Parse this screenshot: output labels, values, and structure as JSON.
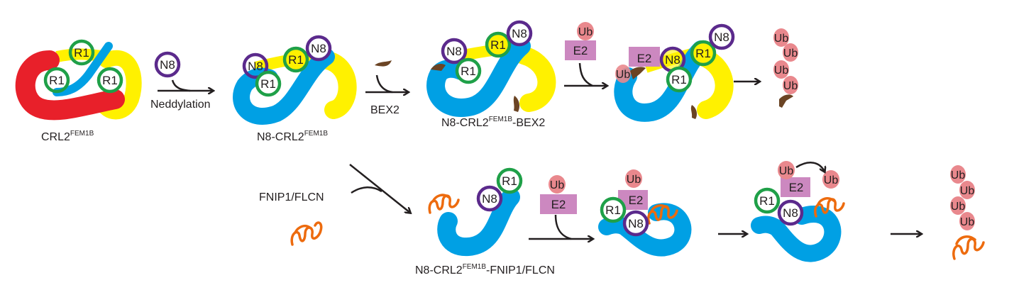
{
  "colors": {
    "red": "#e8202a",
    "blue": "#00a0e4",
    "yellow": "#fff100",
    "green": "#1fa048",
    "purple": "#5b2a8c",
    "ub": "#e9888d",
    "e2": "#cc88c0",
    "bex2": "#6b4424",
    "substrate": "#ed6b0e",
    "arrow": "#231f20"
  },
  "labels": {
    "r1": "R1",
    "n8": "N8",
    "ub": "Ub",
    "e2": "E2"
  },
  "captions": {
    "crl2": {
      "base": "CRL2",
      "sup": "FEM1B",
      "suffix": ""
    },
    "n8_crl2": {
      "base": "N8-CRL2",
      "sup": "FEM1B",
      "suffix": ""
    },
    "n8_crl2_bex2": {
      "base": "N8-CRL2",
      "sup": "FEM1B",
      "suffix": "-BEX2"
    },
    "n8_crl2_fnip": {
      "base": "N8-CRL2",
      "sup": "FEM1B",
      "suffix": "-FNIP1/FLCN"
    }
  },
  "steps": {
    "neddylation": "Neddylation",
    "bex2": "BEX2",
    "fnip1_flcn": "FNIP1/FLCN"
  }
}
